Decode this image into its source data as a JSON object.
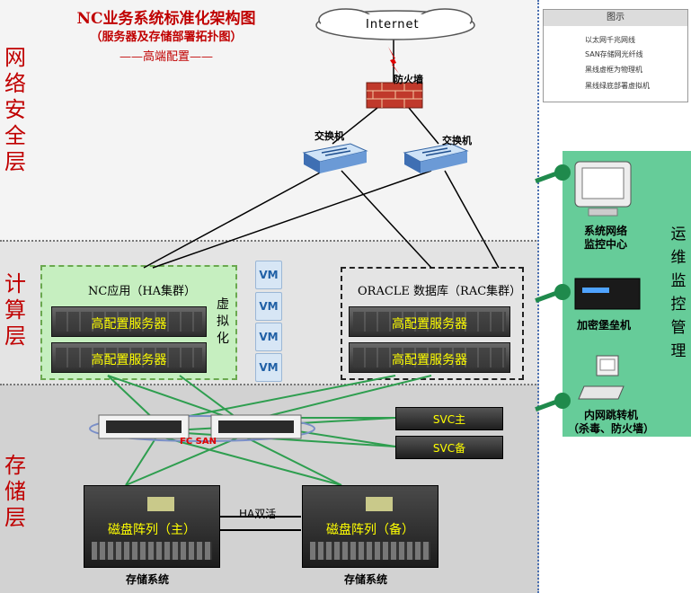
{
  "title": {
    "main": "NC业务系统标准化架构图",
    "sub": "（服务器及存储部署拓扑图）",
    "config": "——高端配置——"
  },
  "layers": {
    "security": [
      "网",
      "络",
      "安",
      "全",
      "层"
    ],
    "compute": [
      "计",
      "算",
      "层"
    ],
    "storage": [
      "存",
      "储",
      "层"
    ]
  },
  "network": {
    "internet": "Internet",
    "firewall": "防火墙",
    "switch1": "交换机",
    "switch2": "交换机"
  },
  "compute": {
    "nc_group": "NC应用（HA集群）",
    "nc_server1": "高配置服务器",
    "nc_server2": "高配置服务器",
    "virtualize": [
      "虚",
      "拟",
      "化"
    ],
    "vm_labels": [
      "VM",
      "VM",
      "VM",
      "VM"
    ],
    "oracle_group": "ORACLE 数据库（RAC集群）",
    "db_server1": "高配置服务器",
    "db_server2": "高配置服务器"
  },
  "storage": {
    "fc_san": "FC SAN",
    "svc_main": "SVC主",
    "svc_backup": "SVC备",
    "disk_main": "磁盘阵列（主）",
    "disk_backup": "磁盘阵列（备）",
    "ha_link": "HA双活",
    "storage_sys1": "存储系统",
    "storage_sys2": "存储系统"
  },
  "legend": {
    "header": "图示",
    "rows": [
      "以太网千兆网线",
      "SAN存储网光纤线",
      "黑线虚框为物理机",
      "黑线绿底部署虚拟机"
    ]
  },
  "ops": {
    "label": [
      "运",
      "维",
      "监",
      "控",
      "管",
      "理"
    ],
    "monitor_center": [
      "系统网络",
      "监控中心"
    ],
    "bastion": "加密堡垒机",
    "jump_host": [
      "内网跳转机",
      "（杀毒、防火墙）"
    ]
  },
  "colors": {
    "ethernet": "#000000",
    "san": "#2e9e4f",
    "layer_label": "#c00000",
    "ops_bg": "#66cc99",
    "ha_bg": "#c6efc0"
  }
}
